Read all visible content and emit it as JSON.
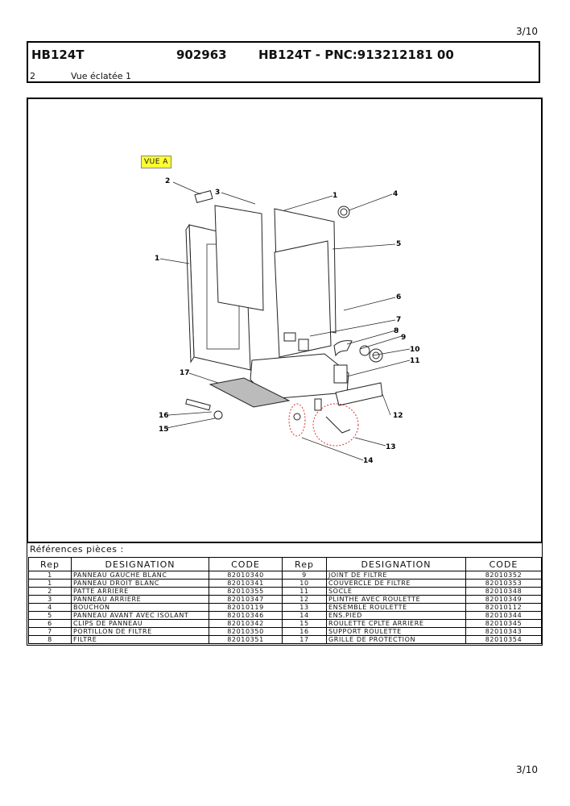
{
  "page_number": "3/10",
  "header": {
    "model": "HB124T",
    "code": "902963",
    "pnc": "HB124T - PNC:913212181 00",
    "section_number": "2",
    "section_title": "Vue éclatée 1"
  },
  "drawing": {
    "view_label": "VUE A",
    "callouts": [
      "1",
      "2",
      "3",
      "4",
      "5",
      "6",
      "7",
      "8",
      "9",
      "10",
      "11",
      "12",
      "13",
      "14",
      "15",
      "16",
      "17",
      "1"
    ]
  },
  "references": {
    "title": "Références pièces  :",
    "headers": [
      "Rep",
      "DESIGNATION",
      "CODE",
      "Rep",
      "DESIGNATION",
      "CODE"
    ],
    "rows": [
      [
        "1",
        "PANNEAU GAUCHE BLANC",
        "82010340",
        "9",
        "JOINT DE FILTRE",
        "82010352"
      ],
      [
        "1",
        "PANNEAU DROIT BLANC",
        "82010341",
        "10",
        "COUVERCLE DE FILTRE",
        "82010353"
      ],
      [
        "2",
        "PATTE ARRIERE",
        "82010355",
        "11",
        "SOCLE",
        "82010348"
      ],
      [
        "3",
        "PANNEAU ARRIERE",
        "82010347",
        "12",
        "PLINTHE AVEC ROULETTE",
        "82010349"
      ],
      [
        "4",
        "BOUCHON",
        "82010119",
        "13",
        "ENSEMBLE ROULETTE",
        "82010112"
      ],
      [
        "5",
        "PANNEAU AVANT AVEC ISOLANT",
        "82010346",
        "14",
        "ENS.PIED",
        "82010344"
      ],
      [
        "6",
        "CLIPS DE PANNEAU",
        "82010342",
        "15",
        "ROULETTE CPLTE ARRIERE",
        "82010345"
      ],
      [
        "7",
        "PORTILLON DE FILTRE",
        "82010350",
        "16",
        "SUPPORT ROULETTE",
        "82010343"
      ],
      [
        "8",
        "FILTRE",
        "82010351",
        "17",
        "GRILLE DE PROTECTION",
        "82010354"
      ]
    ]
  }
}
